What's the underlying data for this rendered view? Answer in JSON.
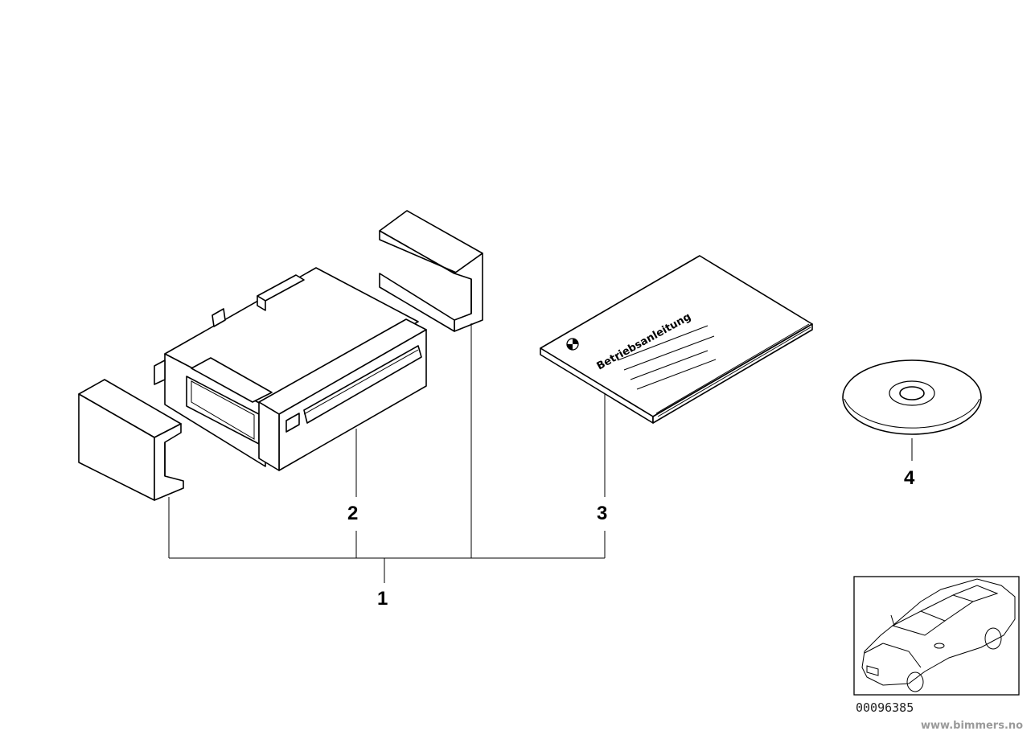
{
  "callouts": {
    "part_1": "1",
    "part_2": "2",
    "part_3": "3",
    "part_4": "4"
  },
  "booklet_title": "Betriebsanleitung",
  "diagram_number": "00096385",
  "watermark": "www.bimmers.no",
  "icons": {
    "bracket_left": "bracket-icon",
    "cd_changer": "cd-changer-icon",
    "bracket_right": "bracket-icon",
    "manual": "manual-booklet-icon",
    "disc": "disc-icon",
    "car_thumbnail": "car-thumbnail-icon"
  }
}
